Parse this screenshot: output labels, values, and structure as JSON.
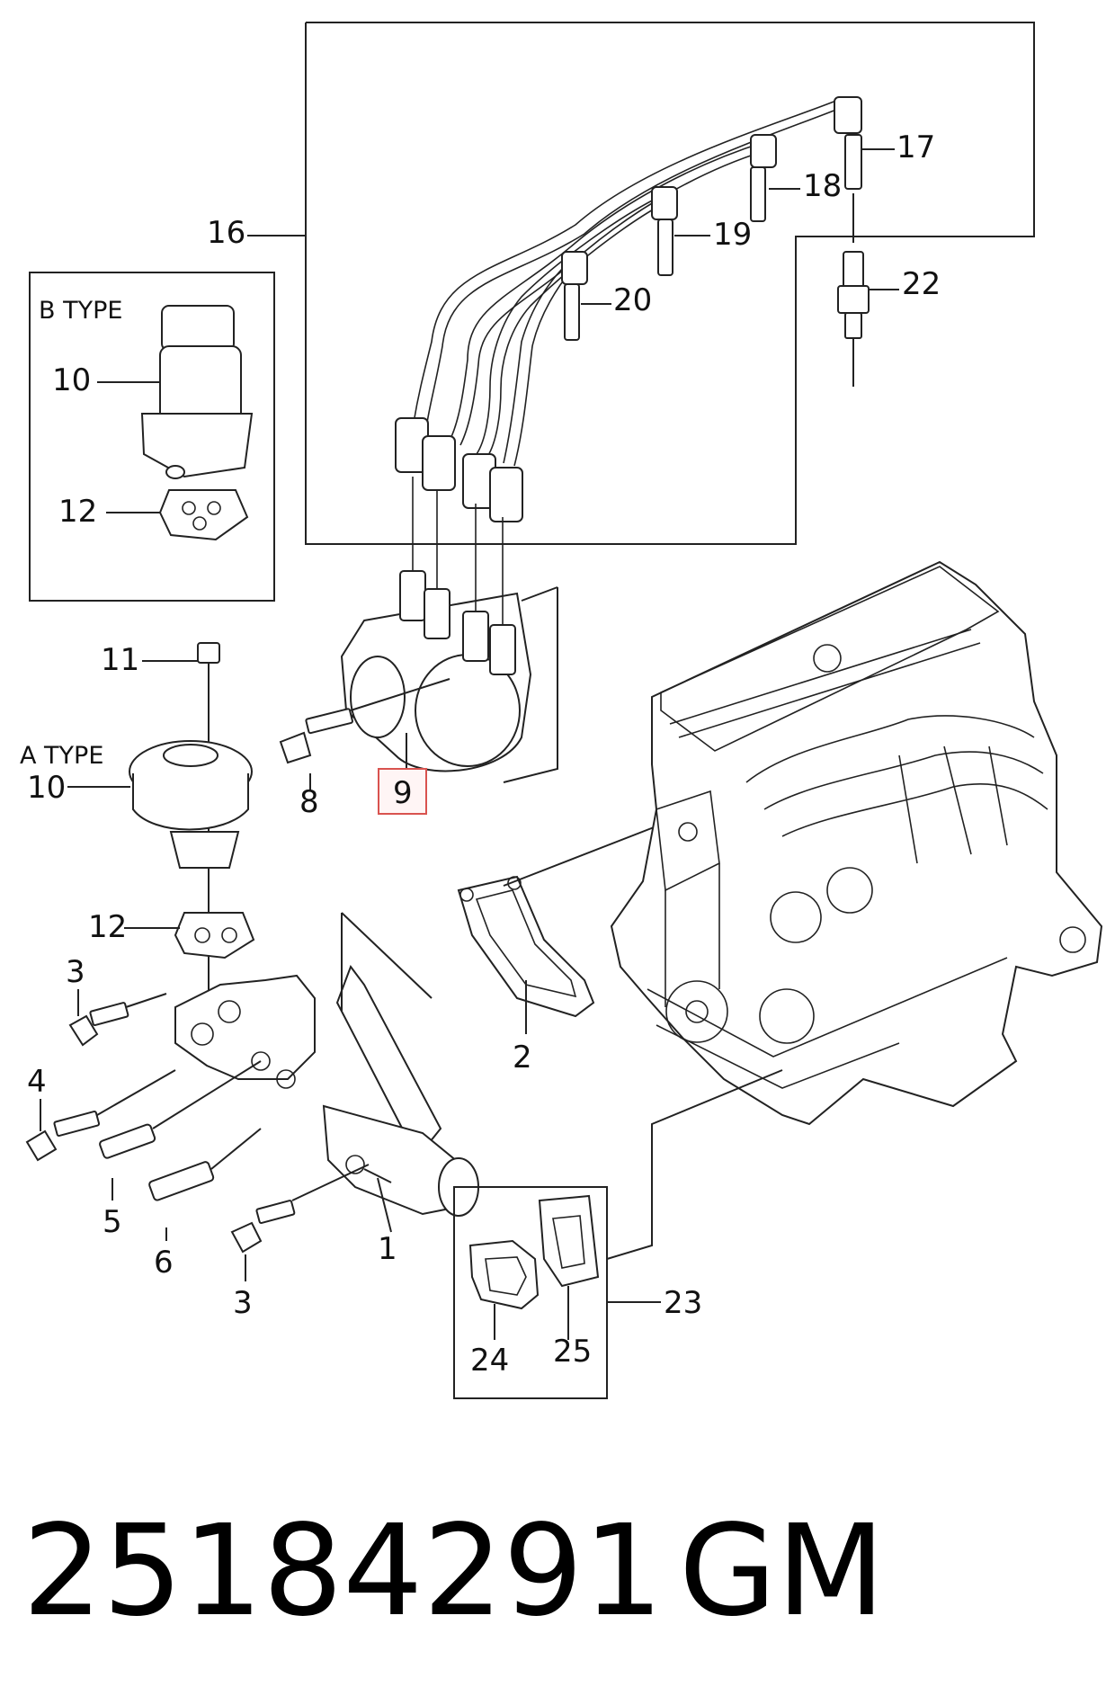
{
  "callouts": {
    "c1": "1",
    "c2": "2",
    "c3a": "3",
    "c3b": "3",
    "c4": "4",
    "c5": "5",
    "c6": "6",
    "c8": "8",
    "c9": "9",
    "c10a": "10",
    "c10b": "10",
    "c11": "11",
    "c12a": "12",
    "c12b": "12",
    "c16": "16",
    "c17": "17",
    "c18": "18",
    "c19": "19",
    "c20": "20",
    "c22": "22",
    "c23": "23",
    "c24": "24",
    "c25": "25"
  },
  "type_labels": {
    "b_type": "B  TYPE",
    "a_type": "A  TYPE"
  },
  "part_number": "25184291",
  "brand": "GM",
  "highlight_color": "#d9534f"
}
